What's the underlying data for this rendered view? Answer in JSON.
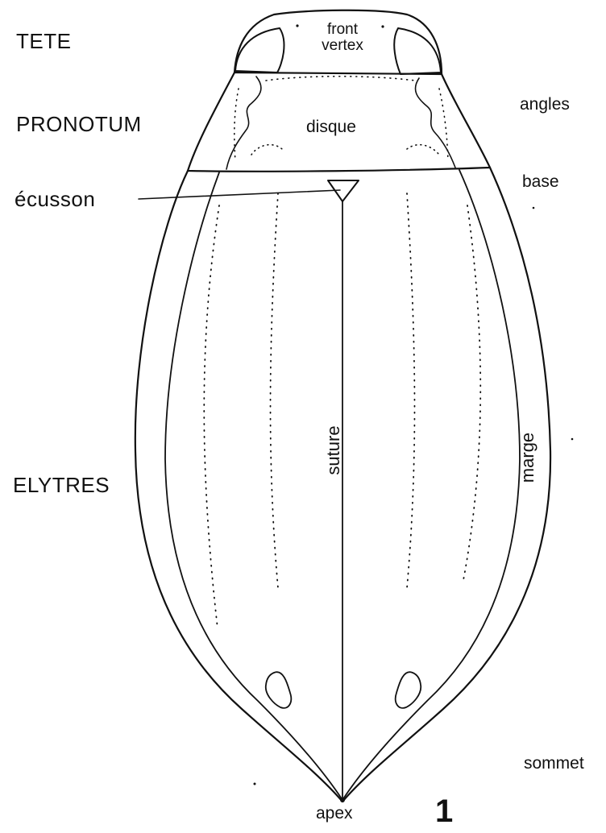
{
  "labels": {
    "tete": "TETE",
    "pronotum": "PRONOTUM",
    "ecusson": "écusson",
    "elytres": "ELYTRES",
    "front": "front",
    "vertex": "vertex",
    "disque": "disque",
    "angles": "angles",
    "base": "base",
    "suture": "suture",
    "marge": "marge",
    "sommet": "sommet",
    "apex": "apex"
  },
  "figure_number": "1",
  "colors": {
    "ink": "#111111",
    "paper": "#ffffff"
  }
}
